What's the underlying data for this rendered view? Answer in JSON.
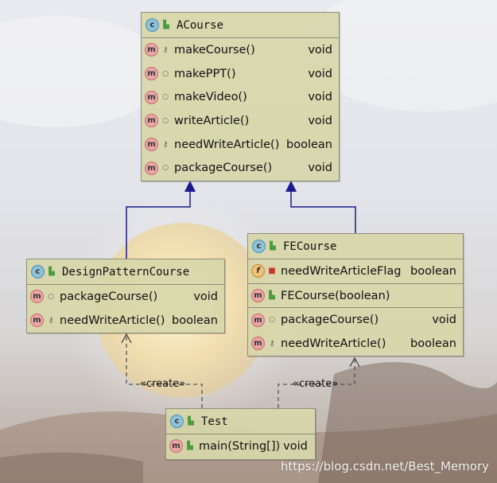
{
  "classes": {
    "acourse": {
      "icon": "class-icon",
      "name": "ACourse",
      "methods": [
        {
          "name": "makeCourse()",
          "type": "void",
          "visibility": "protected"
        },
        {
          "name": "makePPT()",
          "type": "void",
          "visibility": "package"
        },
        {
          "name": "makeVideo()",
          "type": "void",
          "visibility": "package"
        },
        {
          "name": "writeArticle()",
          "type": "void",
          "visibility": "package"
        },
        {
          "name": "needWriteArticle()",
          "type": "boolean",
          "visibility": "protected"
        },
        {
          "name": "packageCourse()",
          "type": "void",
          "visibility": "package"
        }
      ]
    },
    "design_pattern_course": {
      "icon": "class-icon",
      "name": "DesignPatternCourse",
      "methods": [
        {
          "name": "packageCourse()",
          "type": "void",
          "visibility": "package"
        },
        {
          "name": "needWriteArticle()",
          "type": "boolean",
          "visibility": "protected"
        }
      ]
    },
    "fe_course": {
      "icon": "class-icon",
      "name": "FECourse",
      "fields": [
        {
          "name": "needWriteArticleFlag",
          "type": "boolean",
          "visibility": "private"
        }
      ],
      "constructors": [
        {
          "name": "FECourse(boolean)",
          "visibility": "public"
        }
      ],
      "methods": [
        {
          "name": "packageCourse()",
          "type": "void",
          "visibility": "package"
        },
        {
          "name": "needWriteArticle()",
          "type": "boolean",
          "visibility": "protected"
        }
      ]
    },
    "test": {
      "icon": "class-icon",
      "name": "Test",
      "methods": [
        {
          "name": "main(String[])",
          "type": "void",
          "visibility": "public"
        }
      ]
    }
  },
  "relations": {
    "create_label_left": "«create»",
    "create_label_right": "«create»",
    "edge_color": "#1a1a8c"
  },
  "watermark": "https://blog.csdn.net/Best_Memory"
}
